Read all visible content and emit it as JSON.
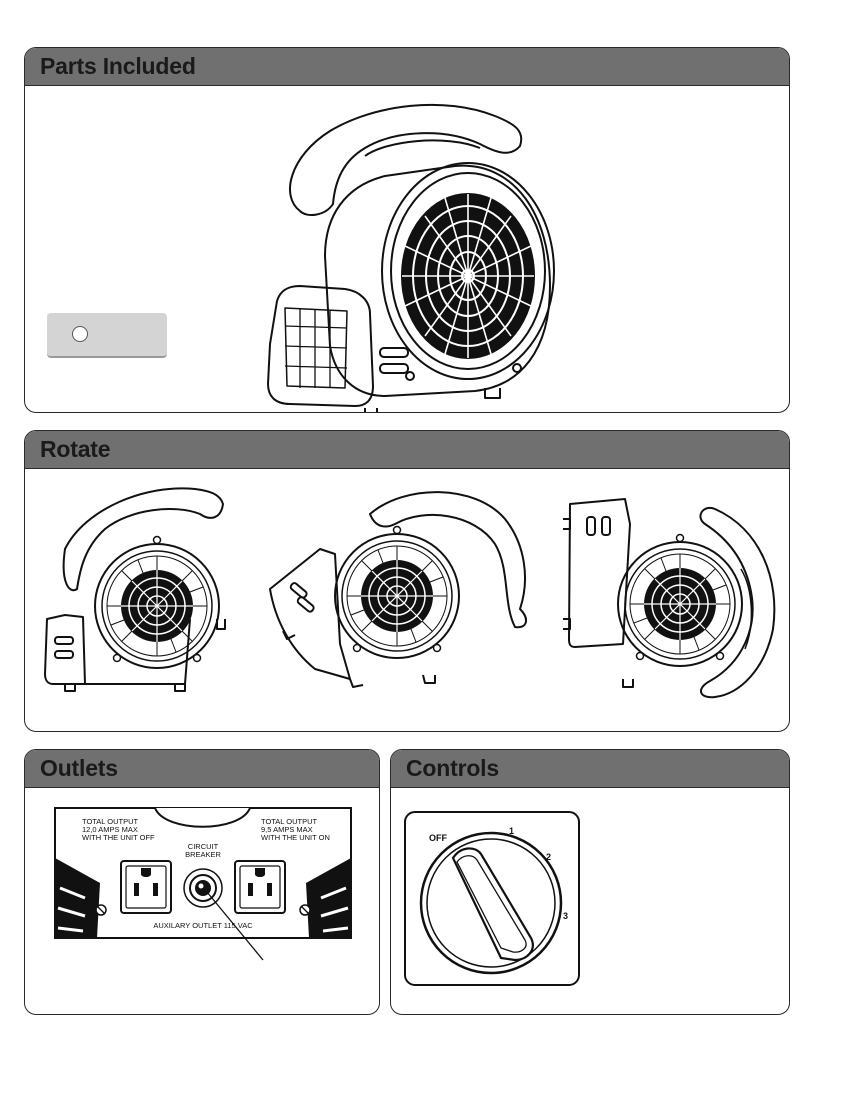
{
  "panels": {
    "parts": {
      "title": "Parts Included"
    },
    "rotate": {
      "title": "Rotate"
    },
    "outlets": {
      "title": "Outlets",
      "left_label": [
        "TOTAL OUTPUT",
        "12,0 AMPS MAX",
        "WITH THE UNIT OFF"
      ],
      "right_label": [
        "TOTAL OUTPUT",
        "9,5 AMPS MAX",
        "WITH THE UNIT ON"
      ],
      "breaker_label": [
        "CIRCUIT",
        "BREAKER"
      ],
      "aux_label": "AUXILARY OUTLET 115 VAC"
    },
    "controls": {
      "title": "Controls",
      "dial": {
        "off": "OFF",
        "s1": "1",
        "s2": "2",
        "s3": "3"
      }
    }
  },
  "icons": [
    "air-mover-icon",
    "power-outlet-icon",
    "circuit-breaker-icon",
    "speed-dial-icon"
  ]
}
